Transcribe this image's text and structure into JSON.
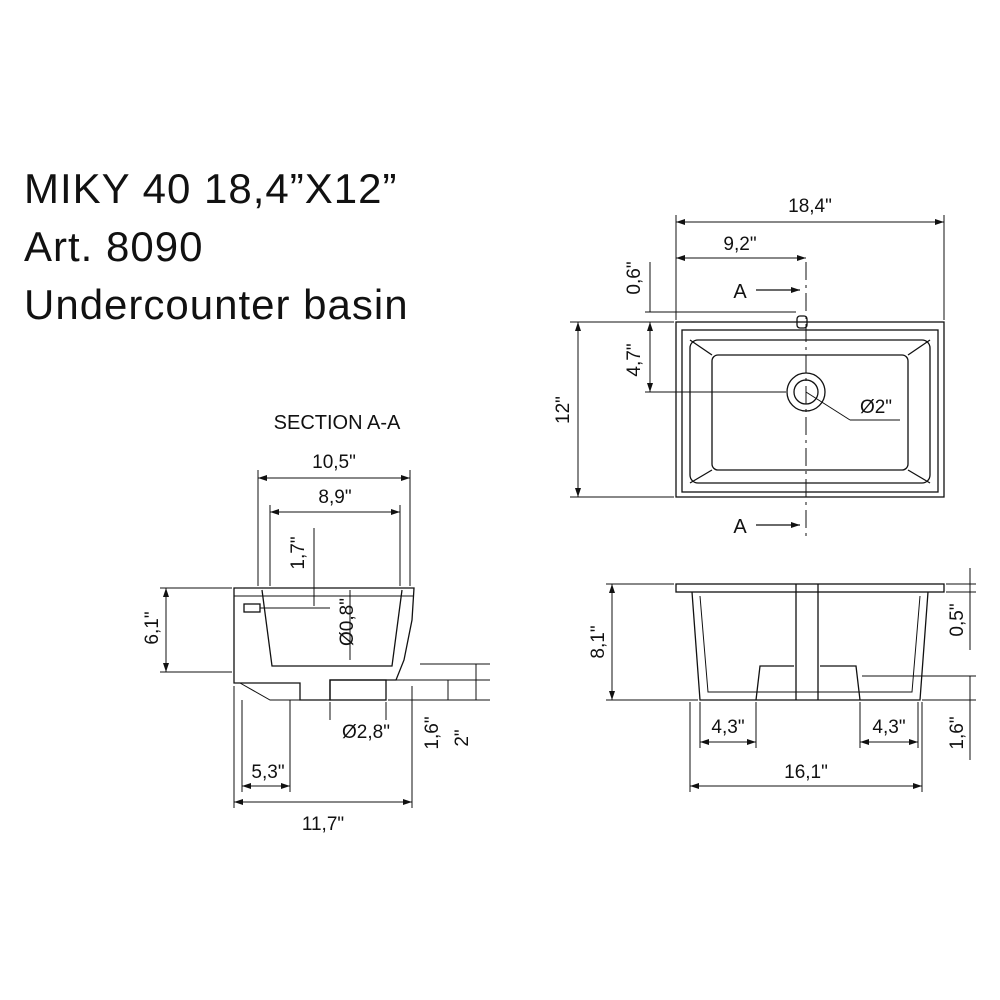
{
  "title": {
    "line1": "MIKY 40  18,4”X12”",
    "line2": "Art. 8090",
    "line3": "Undercounter basin"
  },
  "section_label": "SECTION A-A",
  "section_mark": "A",
  "top_view": {
    "width": "18,4\"",
    "half_width": "9,2\"",
    "rim_offset": "0,6\"",
    "drain_offset": "4,7\"",
    "depth": "12\"",
    "drain_diameter": "Ø2\""
  },
  "section_view": {
    "top_width": "10,5\"",
    "inner_width": "8,9\"",
    "overflow_offset": "1,7\"",
    "height": "6,1\"",
    "overflow_diameter": "Ø0,8\"",
    "drain_diameter": "Ø2,8\"",
    "foot_height": "1,6\"",
    "base_height": "2\"",
    "drain_position": "5,3\"",
    "overall_width": "11,7\""
  },
  "front_view": {
    "height": "8,1\"",
    "rim_thickness": "0,5\"",
    "foot_height": "1,6\"",
    "left_foot": "4,3\"",
    "right_foot": "4,3\"",
    "bottom_width": "16,1\""
  }
}
